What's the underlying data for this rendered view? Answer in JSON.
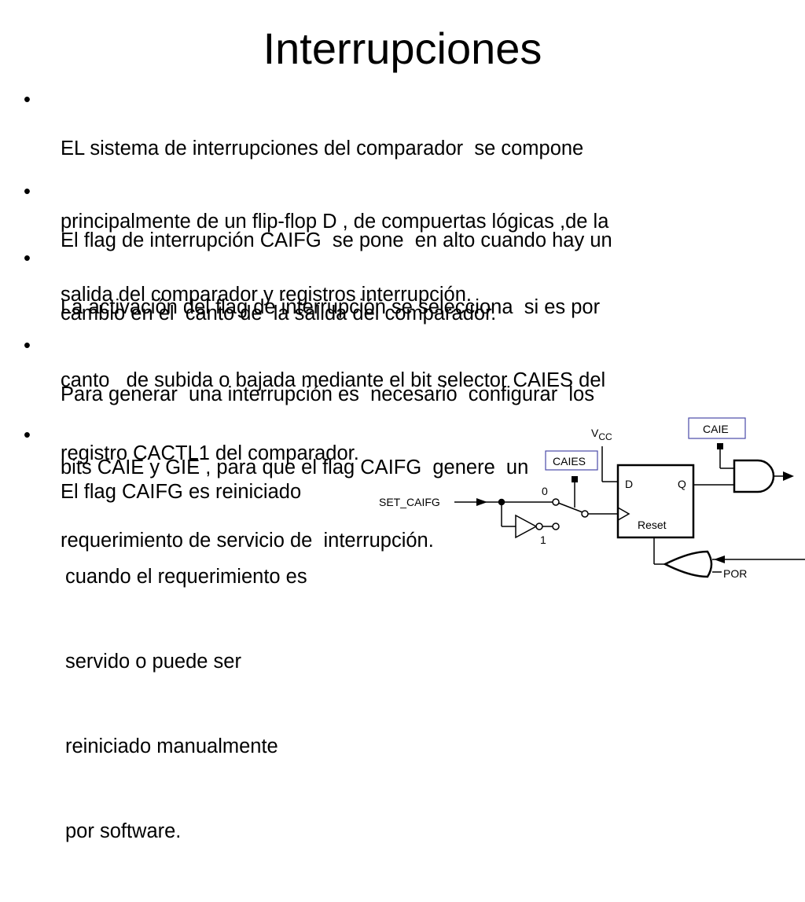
{
  "title": "Interrupciones",
  "bullet_glyph": "•",
  "bullets": [
    {
      "lines": [
        "EL sistema de interrupciones del comparador  se compone",
        "principalmente de un flip-flop D , de compuertas lógicas ,de la",
        "salida del comparador y registros interrupción."
      ]
    },
    {
      "lines": [
        "El flag de interrupción CAIFG  se pone  en alto cuando hay un",
        "cambio en el  canto de  la salida del comparador."
      ]
    },
    {
      "lines": [
        "La activación del flag de interrupción se selecciona  si es por",
        "canto   de subida o bajada mediante el bit selector CAIES del",
        "registro CACTL1 del comparador."
      ]
    },
    {
      "lines": [
        "Para generar  una interrupción es  necesario  configurar  los",
        "bits CAIE y GIE , para que el flag CAIFG  genere  un",
        "requerimiento de servicio de  interrupción."
      ]
    },
    {
      "lines": [
        "El flag CAIFG es reiniciado",
        "cuando el requerimiento es",
        "servido o puede ser",
        "reiniciado manualmente",
        "por software."
      ]
    }
  ],
  "diagram": {
    "set_caifg": "SET_CAIFG",
    "vcc_main": "V",
    "vcc_sub": "CC",
    "caies": "CAIES",
    "caie": "CAIE",
    "d": "D",
    "q": "Q",
    "reset": "Reset",
    "por": "POR",
    "mux_0": "0",
    "mux_1": "1"
  }
}
